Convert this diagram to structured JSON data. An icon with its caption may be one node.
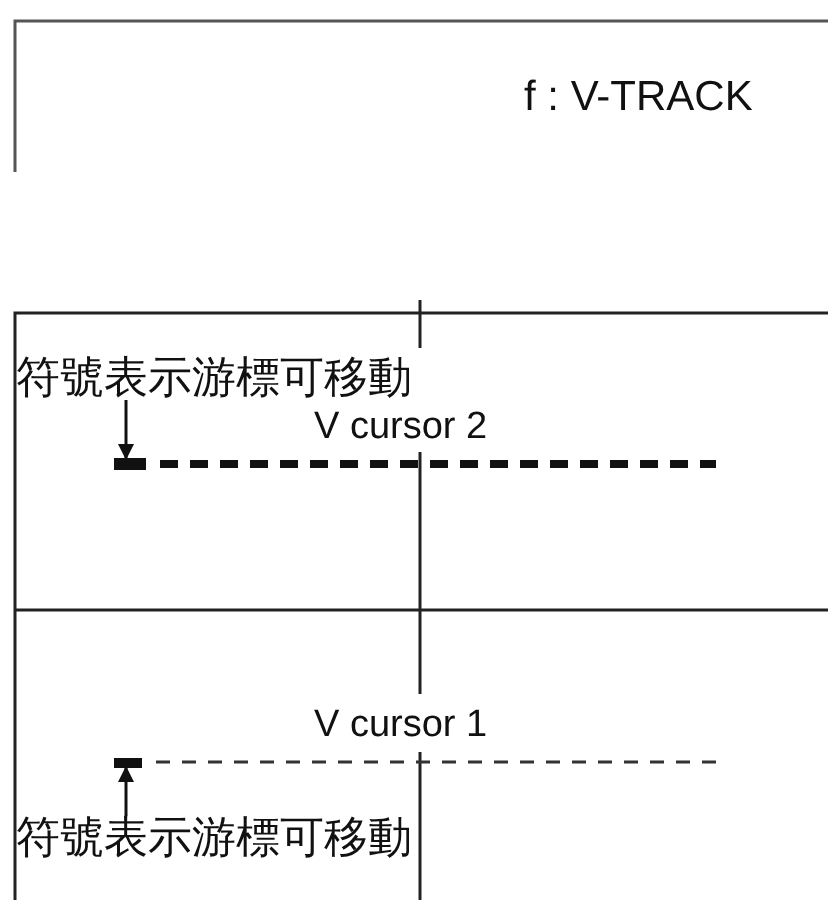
{
  "diagram": {
    "nodes": [
      {
        "text": [
          "符號表示游標可移動"
        ]
      },
      {
        "text": [],
        "shape": "bar"
      },
      {
        "text": [
          "符號表示游標可移動"
        ]
      },
      {
        "text": [],
        "shape": "bar"
      }
    ],
    "edges": [
      {
        "from": 0,
        "to": 1,
        "arrow": "to"
      },
      {
        "from": 2,
        "to": 3,
        "arrow": "to"
      }
    ],
    "labels": [
      "f : V-TRACK",
      "V cursor 2",
      "V cursor 1"
    ]
  }
}
